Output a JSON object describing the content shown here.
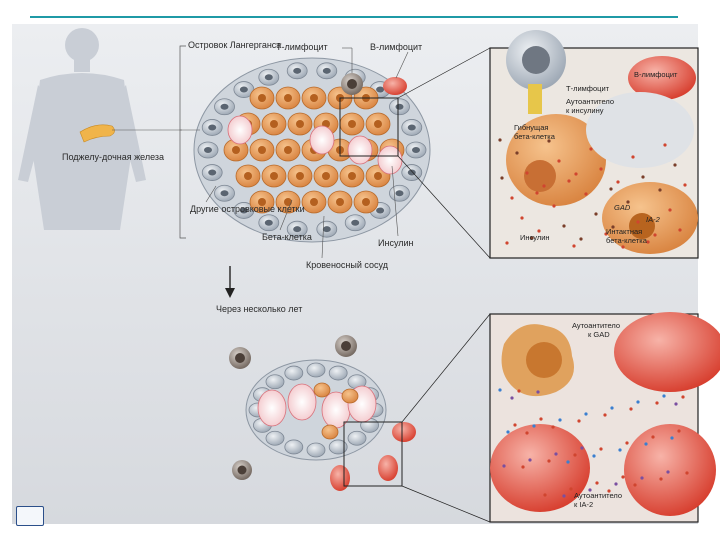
{
  "labels": {
    "islet": "Островок Лангерганса",
    "t_lymph": "Т-лимфоцит",
    "b_lymph": "В-лимфоцит",
    "pancreas": "Поджелу-дочная железа",
    "other_cells": "Другие островковые клетки",
    "beta_cell": "Бета-клетка",
    "vessel": "Кровеносный сосуд",
    "insulin": "Инсулин",
    "years": "Через несколько лет"
  },
  "inset_top": {
    "t_lymph": "Т-лимфоцит",
    "b_lymph": "В-лимфоцит",
    "autoab_insulin": "Аутоантитело к инсулину",
    "dying_beta": "Гибнущая бета-клетка",
    "gad": "GAD",
    "ia2": "IA-2",
    "intact_beta": "Интактная бета-клетка",
    "insulin": "Инсулин"
  },
  "inset_bottom": {
    "autoab_gad": "Аутоантитело к GAD",
    "autoab_ia2": "Аутоантитело к IA-2"
  },
  "colors": {
    "accent": "#1f9aa6",
    "beta": "#e8a060",
    "red_cell": "#e04a3a",
    "grey_cell": "#b7c0ca"
  }
}
